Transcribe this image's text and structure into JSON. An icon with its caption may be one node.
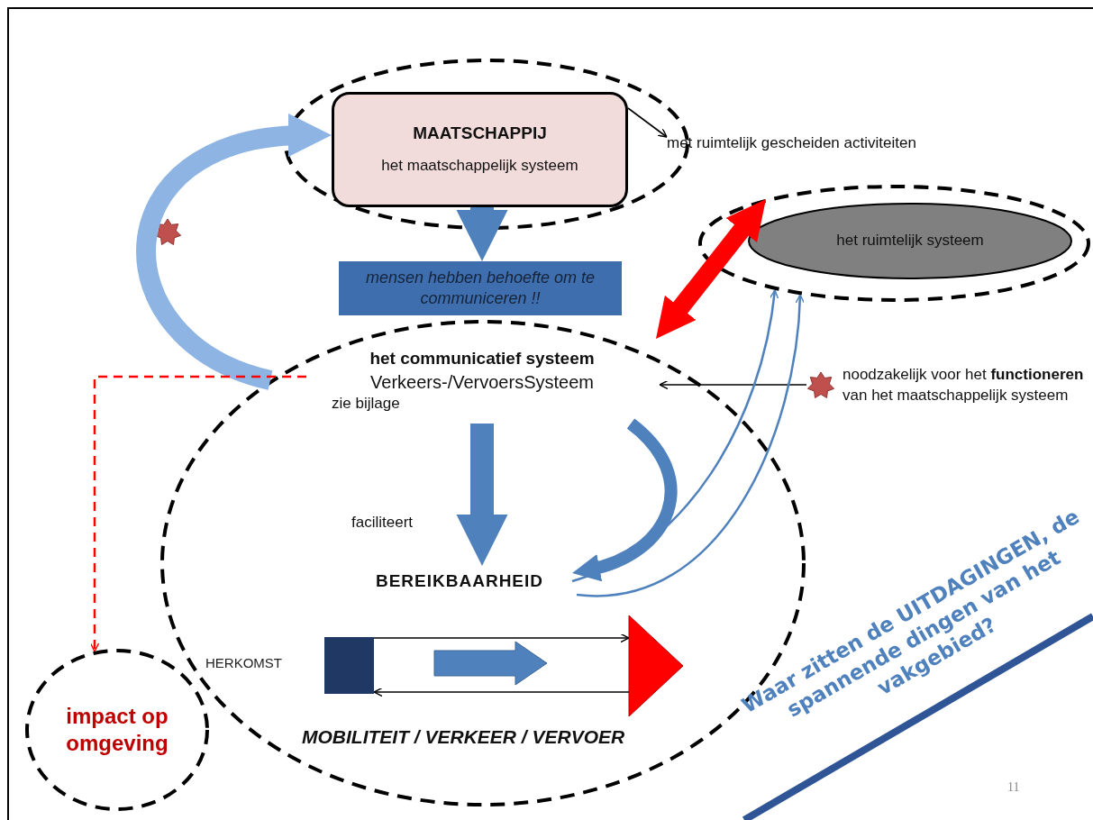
{
  "diagram": {
    "nodes": [
      {
        "text": [],
        "shape": "ellipse"
      },
      {
        "text": [
          "MAATSCHAPPIJ",
          "het maatschappelijk systeem"
        ],
        "in": 0
      },
      {
        "text": [
          "met ruimtelijk gescheiden activiteiten"
        ]
      },
      {
        "text": [],
        "shape": "ellipse"
      },
      {
        "text": [
          "het ruimtelijk systeem"
        ],
        "in": 3
      },
      {
        "text": [
          "mensen hebben behoefte om te communiceren !!"
        ]
      },
      {
        "text": [],
        "shape": "ellipse"
      },
      {
        "text": [
          "het communicatief systeem",
          "Verkeers-/VervoersSysteem",
          "zie bijlage"
        ],
        "in": 6
      },
      {
        "text": [
          "noodzakelijk voor het **functioneren** van het maatschappelijk systeem"
        ]
      },
      {
        "text": [
          "BEREIKBAARHEID"
        ],
        "in": 6
      },
      {
        "text": [
          "impact op omgeving"
        ]
      },
      {
        "text": [],
        "shape": "box",
        "in": 6
      },
      {
        "text": [],
        "shape": "triangle",
        "in": 6
      }
    ],
    "edges": [
      {
        "from": 6,
        "to": 1,
        "arrow": "to",
        "style": "thick",
        "color": "#8eb4e3"
      },
      {
        "from": 1,
        "to": 2,
        "arrow": "to",
        "color": "#000000"
      },
      {
        "from": 1,
        "to": 5,
        "arrow": "to",
        "style": "thick",
        "color": "#4f81bd"
      },
      {
        "from": 7,
        "to": 3,
        "arrow": "both",
        "style": "thick",
        "color": "#ff0000"
      },
      {
        "from": 8,
        "to": 7,
        "arrow": "to",
        "color": "#000000"
      },
      {
        "from": 7,
        "to": 10,
        "arrow": "to",
        "style": "dashed",
        "color": "#ff0000"
      },
      {
        "from": 7,
        "to": 9,
        "arrow": "to",
        "style": "thick",
        "color": "#4f81bd"
      },
      {
        "from": 9,
        "to": 3,
        "arrow": "to",
        "color": "#4f81bd"
      },
      {
        "from": 9,
        "to": 3,
        "arrow": "to",
        "color": "#4f81bd"
      },
      {
        "from": 7,
        "to": 9,
        "arrow": "to",
        "style": "thick",
        "color": "#4f81bd"
      },
      {
        "from": 11,
        "to": 12,
        "arrow": "to",
        "color": "#000000"
      },
      {
        "from": 12,
        "to": 11,
        "arrow": "to",
        "color": "#000000"
      }
    ],
    "labels": [
      "faciliteert",
      "HERKOMST",
      "MOBILITEIT / VERKEER / VERVOER",
      "Waar zitten de UITDAGINGEN, de spannende dingen van het vakgebied?",
      "11"
    ]
  }
}
